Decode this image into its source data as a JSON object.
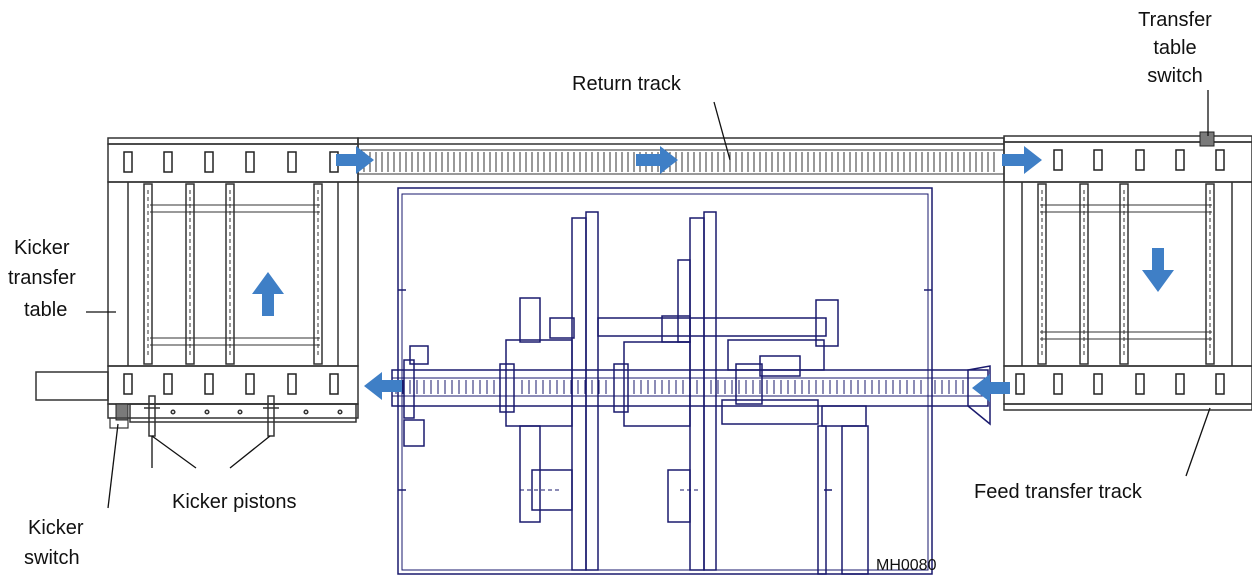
{
  "labels": {
    "return_track": "Return track",
    "transfer_table_switch_1": "Transfer",
    "transfer_table_switch_2": "table",
    "transfer_table_switch_3": "switch",
    "kicker_transfer_table_1": "Kicker",
    "kicker_transfer_table_2": "transfer",
    "kicker_transfer_table_3": "table",
    "kicker_pistons": "Kicker pistons",
    "kicker_switch_1": "Kicker",
    "kicker_switch_2": "switch",
    "feed_transfer_track": "Feed transfer track",
    "figure_id": "MH0080"
  },
  "colors": {
    "machine_line": "#1a1a6e",
    "frame_line": "#333333",
    "arrow_fill": "#3f7fc6",
    "switch_fill": "#7a7a7a",
    "leader_line": "#111111"
  }
}
